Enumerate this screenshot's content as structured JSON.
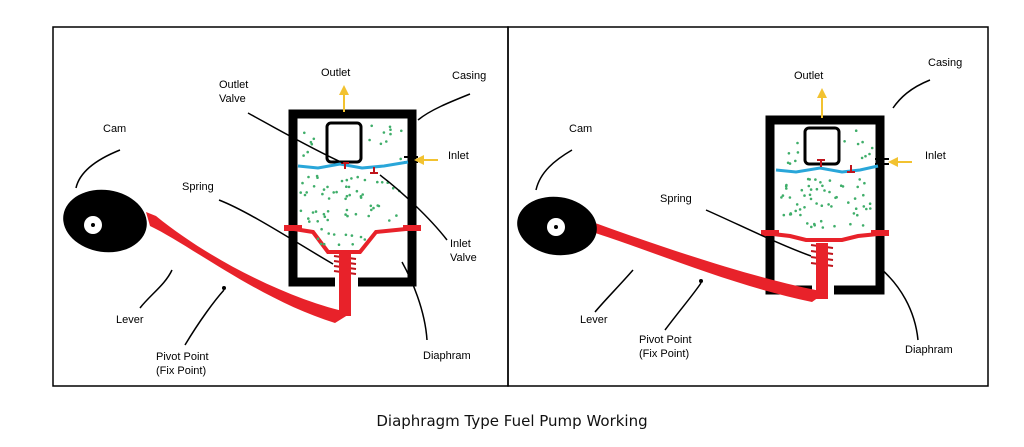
{
  "caption": "Diaphragm Type Fuel Pump Working",
  "colors": {
    "casing": "#000000",
    "lever": "#e8222a",
    "valve_line": "#29a6d9",
    "arrow": "#f2c230",
    "fuel_dots": "#3fae6a",
    "leader": "#000000"
  },
  "panels": [
    {
      "labels": {
        "cam": "Cam",
        "outlet": "Outlet",
        "outlet_valve_1": "Outlet",
        "outlet_valve_2": "Valve",
        "casing": "Casing",
        "inlet": "Inlet",
        "spring": "Spring",
        "inlet_valve_1": "Inlet",
        "inlet_valve_2": "Valve",
        "lever": "Lever",
        "pivot_1": "Pivot Point",
        "pivot_2": "(Fix Point)",
        "diaphram": "Diaphram"
      }
    },
    {
      "labels": {
        "cam": "Cam",
        "outlet": "Outlet",
        "casing": "Casing",
        "inlet": "Inlet",
        "spring": "Spring",
        "lever": "Lever",
        "pivot_1": "Pivot Point",
        "pivot_2": "(Fix Point)",
        "diaphram": "Diaphram"
      }
    }
  ]
}
